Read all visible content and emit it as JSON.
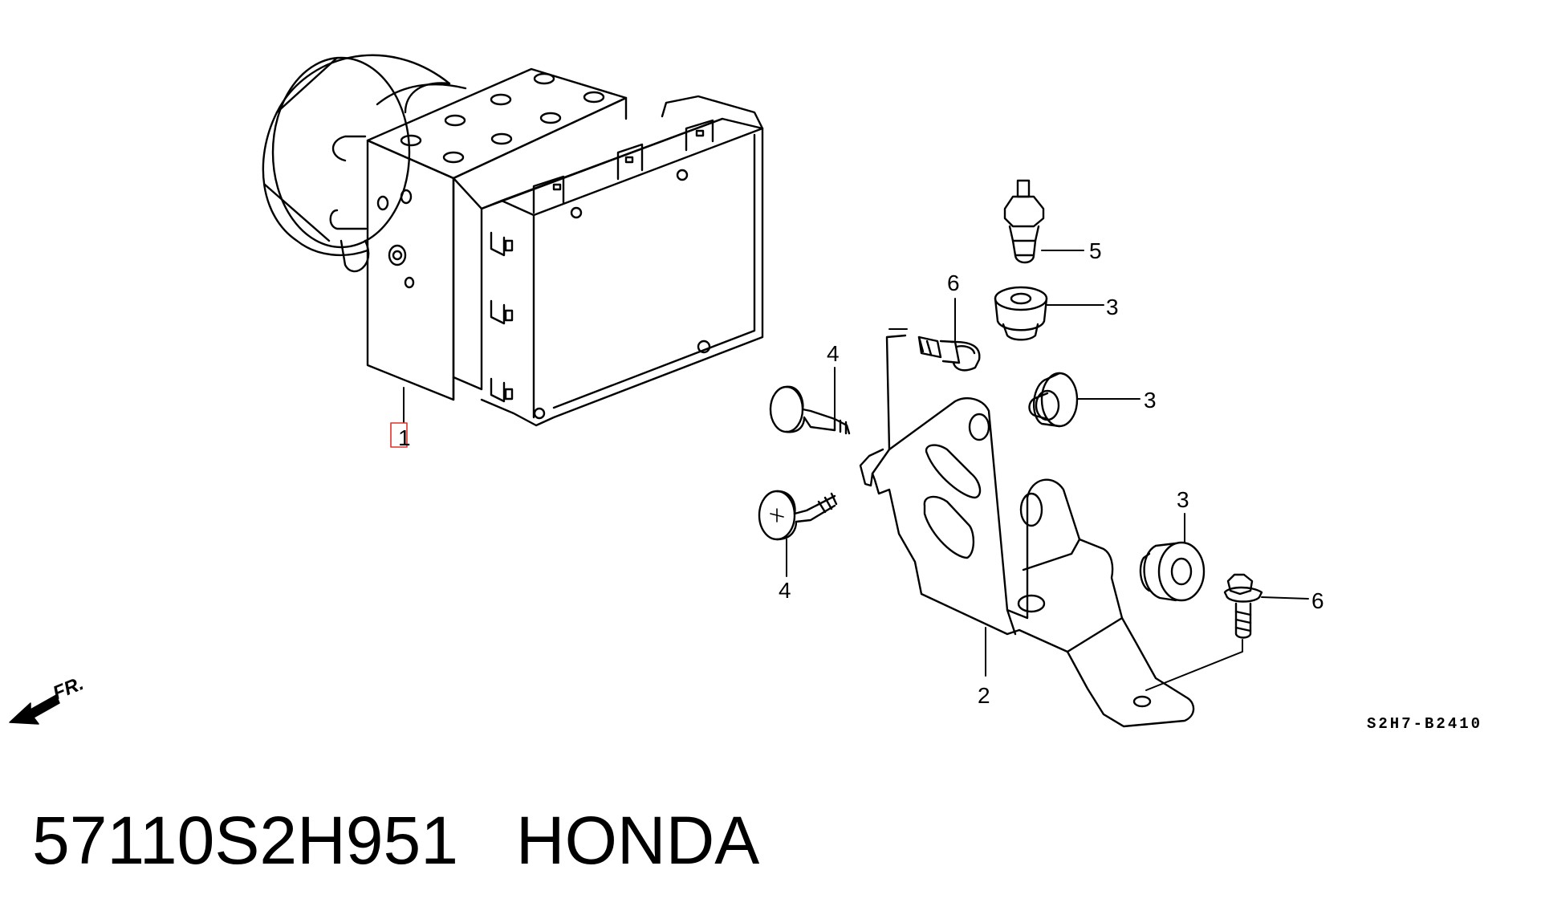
{
  "callouts": {
    "modulator": "1",
    "bracket": "2",
    "grommet_a": "3",
    "grommet_b": "3",
    "grommet_c": "3",
    "flange_bolt_a": "4",
    "flange_bolt_b": "4",
    "pipe_joint": "5",
    "bolt_a": "6",
    "bolt_b": "6"
  },
  "diagram_code": "S2H7-B2410",
  "direction_label": "FR.",
  "caption": {
    "part_number": "57110S2H951",
    "brand": "HONDA"
  },
  "colors": {
    "highlight": "#e0302a",
    "ink": "#000000"
  }
}
